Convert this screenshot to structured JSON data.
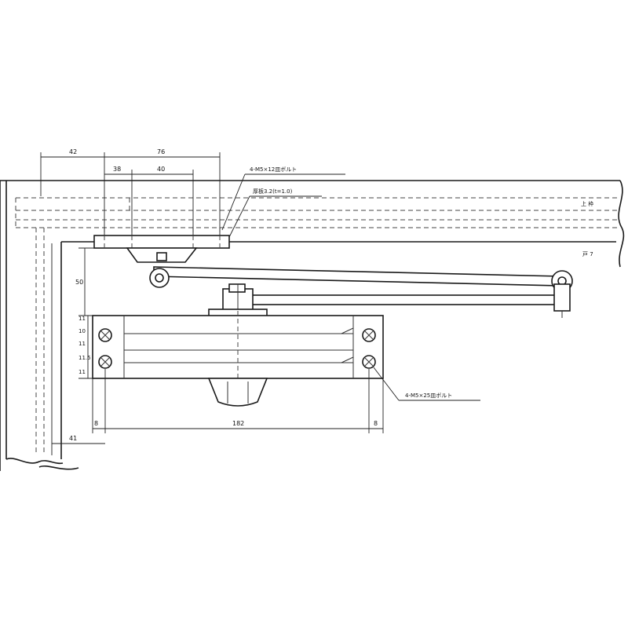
{
  "dimensions": {
    "d42": "42",
    "d76": "76",
    "d38": "38",
    "d40": "40",
    "d50": "50",
    "d41": "41",
    "d_left_8": "8",
    "d_right_8": "8",
    "d_body": "182",
    "d_vert_a": "11",
    "d_vert_b": "10",
    "d_vert_c": "11",
    "d_vert_d": "11.5",
    "d_vert_e": "11"
  },
  "notes": {
    "bracket_screws": "4-M5×12皿ボルト",
    "spacer_plate": "厚板3.2(t=1.0)",
    "body_screws": "4-M5×25皿ボルト"
  },
  "labels": {
    "frame_top": "上 枠",
    "door": "戸 7"
  }
}
